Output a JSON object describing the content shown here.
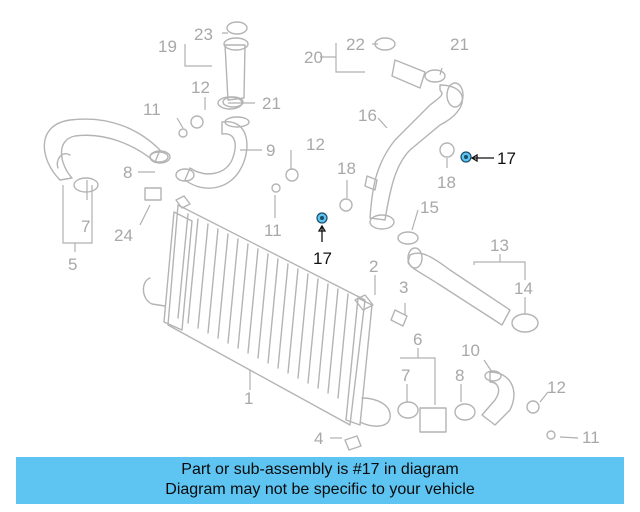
{
  "callouts": {
    "c1": "1",
    "c2": "2",
    "c3": "3",
    "c4": "4",
    "c5": "5",
    "c6": "6",
    "c7a": "7",
    "c7b": "7",
    "c8a": "8",
    "c8b": "8",
    "c9": "9",
    "c10": "10",
    "c11a": "11",
    "c11b": "11",
    "c11c": "11",
    "c12a": "12",
    "c12b": "12",
    "c12c": "12",
    "c13": "13",
    "c14": "14",
    "c15": "15",
    "c16": "16",
    "c17a": "17",
    "c17b": "17",
    "c18a": "18",
    "c18b": "18",
    "c19": "19",
    "c20": "20",
    "c21a": "21",
    "c21b": "21",
    "c22": "22",
    "c23": "23",
    "c24": "24"
  },
  "highlight": {
    "part_number": "17",
    "color": "#5ec4f2",
    "text_color": "#111111"
  },
  "banner": {
    "line1": "Part or sub-assembly is #17 in diagram",
    "line2": "Diagram may not be specific to your vehicle",
    "color": "#5ec4f2"
  }
}
